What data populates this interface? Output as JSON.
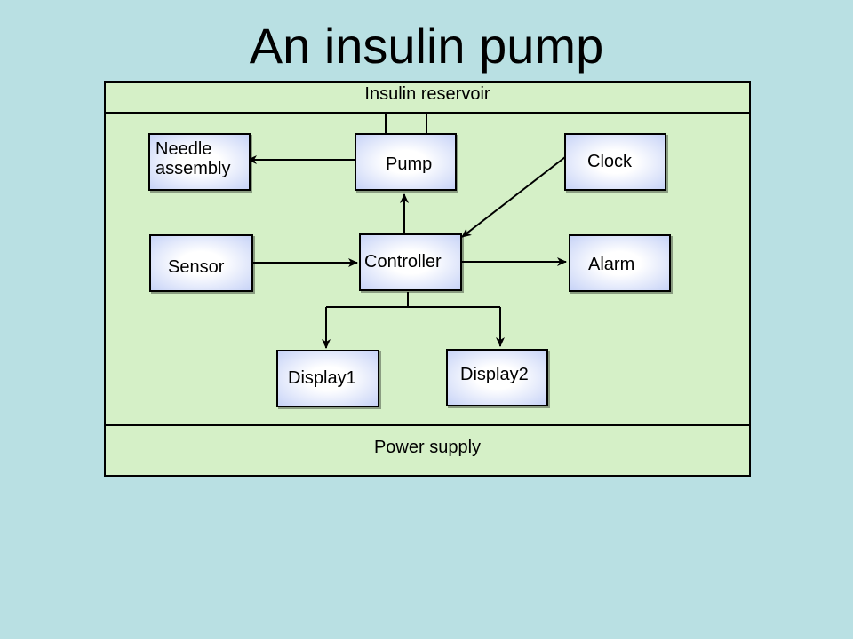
{
  "colors": {
    "slide_background": "#b9e0e3",
    "frame_fill": "#d5f0c7",
    "box_fill_center": "#ffffff",
    "box_fill_edge": "#c7d3f7",
    "line_color": "#000000"
  },
  "title": "An insulin pump",
  "diagram": {
    "top_band": "Insulin reservoir",
    "bottom_band": "Power supply",
    "components": {
      "needle": "Needle\nassembly",
      "pump": "Pump",
      "clock": "Clock",
      "sensor": "Sensor",
      "controller": "Controller",
      "alarm": "Alarm",
      "display1": "Display1",
      "display2": "Display2"
    },
    "connections": [
      {
        "from": "Insulin reservoir",
        "to": "Pump",
        "arrow": false
      },
      {
        "from": "Pump",
        "to": "Needle\nassembly",
        "arrow": true
      },
      {
        "from": "Controller",
        "to": "Pump",
        "arrow": true
      },
      {
        "from": "Clock",
        "to": "Controller",
        "arrow": true
      },
      {
        "from": "Sensor",
        "to": "Controller",
        "arrow": true
      },
      {
        "from": "Controller",
        "to": "Alarm",
        "arrow": true
      },
      {
        "from": "Controller",
        "to": "Display1",
        "arrow": true
      },
      {
        "from": "Controller",
        "to": "Display2",
        "arrow": true
      }
    ]
  }
}
